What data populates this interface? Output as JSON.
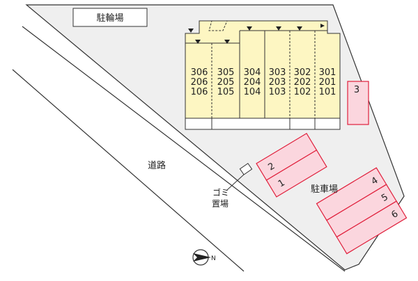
{
  "site": {
    "bicycle_parking_label": "駐輪場",
    "road_label": "道路",
    "garbage_label_line1": "ゴミ",
    "garbage_label_line2": "置場",
    "parking_label": "駐車場",
    "compass_letter": "N"
  },
  "building": {
    "columns": [
      {
        "floor3": "306",
        "floor2": "206",
        "floor1": "106"
      },
      {
        "floor3": "305",
        "floor2": "205",
        "floor1": "105"
      },
      {
        "floor3": "304",
        "floor2": "204",
        "floor1": "104"
      },
      {
        "floor3": "303",
        "floor2": "203",
        "floor1": "103"
      },
      {
        "floor3": "302",
        "floor2": "202",
        "floor1": "102"
      },
      {
        "floor3": "301",
        "floor2": "201",
        "floor1": "101"
      }
    ]
  },
  "parking_spaces": [
    "1",
    "2",
    "3",
    "4",
    "5",
    "6"
  ],
  "colors": {
    "site_fill": "#efefef",
    "building_fill": "#fdf6c2",
    "parking_fill": "#fbd6de",
    "parking_stroke": "#e0203c",
    "line": "#333333"
  }
}
